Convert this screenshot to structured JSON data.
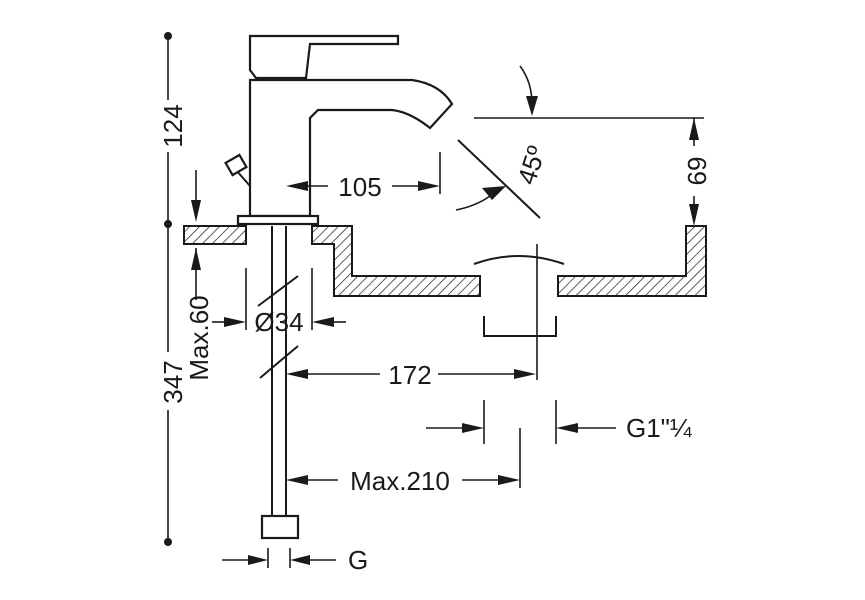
{
  "dimensions": {
    "total_height": "347",
    "upper_height": "124",
    "max_deck_thickness": "Max.60",
    "spout_reach": "105",
    "spout_angle": "45º",
    "spout_to_basin": "69",
    "hole_diameter": "Ø34",
    "tap_to_drain": "172",
    "drain_thread": "G1\"¼",
    "pull_rod_max": "Max.210",
    "pull_rod_thread": "G"
  }
}
